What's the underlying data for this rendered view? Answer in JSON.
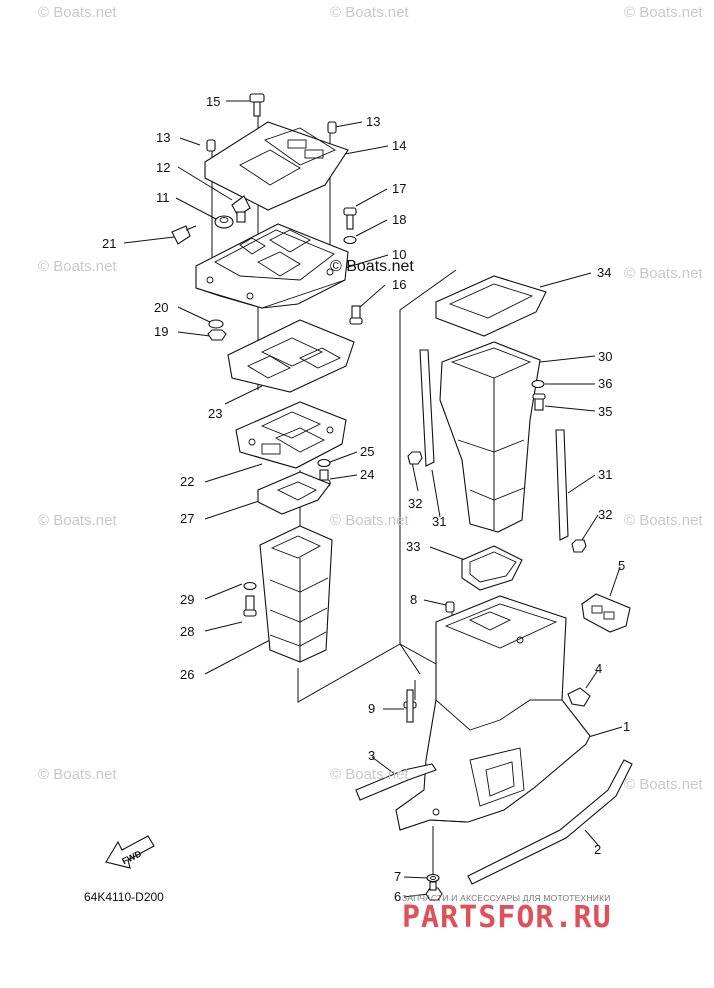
{
  "watermarks": {
    "brand": "© Boats.net"
  },
  "diagram_code": "64K4110-D200",
  "fwd_label": "FWD",
  "ad": {
    "tagline": "ЗАПЧАСТИ И АКСЕССУАРЫ ДЛЯ МОТОТЕХНИКИ",
    "logo": "PARTSFOR.RU"
  },
  "callouts": [
    {
      "id": "c15",
      "text": "15"
    },
    {
      "id": "c13a",
      "text": "13"
    },
    {
      "id": "c13b",
      "text": "13"
    },
    {
      "id": "c14",
      "text": "14"
    },
    {
      "id": "c12",
      "text": "12"
    },
    {
      "id": "c11",
      "text": "11"
    },
    {
      "id": "c17",
      "text": "17"
    },
    {
      "id": "c18",
      "text": "18"
    },
    {
      "id": "c21",
      "text": "21"
    },
    {
      "id": "c10",
      "text": "10"
    },
    {
      "id": "c16",
      "text": "16"
    },
    {
      "id": "c34",
      "text": "34"
    },
    {
      "id": "c20",
      "text": "20"
    },
    {
      "id": "c19",
      "text": "19"
    },
    {
      "id": "c30",
      "text": "30"
    },
    {
      "id": "c36",
      "text": "36"
    },
    {
      "id": "c35",
      "text": "35"
    },
    {
      "id": "c23",
      "text": "23"
    },
    {
      "id": "c25",
      "text": "25"
    },
    {
      "id": "c24",
      "text": "24"
    },
    {
      "id": "c22",
      "text": "22"
    },
    {
      "id": "c31a",
      "text": "31"
    },
    {
      "id": "c32a",
      "text": "32"
    },
    {
      "id": "c27",
      "text": "27"
    },
    {
      "id": "c31b",
      "text": "31"
    },
    {
      "id": "c32b",
      "text": "32"
    },
    {
      "id": "c33",
      "text": "33"
    },
    {
      "id": "c5",
      "text": "5"
    },
    {
      "id": "c29",
      "text": "29"
    },
    {
      "id": "c8",
      "text": "8"
    },
    {
      "id": "c28",
      "text": "28"
    },
    {
      "id": "c26",
      "text": "26"
    },
    {
      "id": "c4",
      "text": "4"
    },
    {
      "id": "c9",
      "text": "9"
    },
    {
      "id": "c1",
      "text": "1"
    },
    {
      "id": "c3",
      "text": "3"
    },
    {
      "id": "c2",
      "text": "2"
    },
    {
      "id": "c7",
      "text": "7"
    },
    {
      "id": "c6",
      "text": "6"
    }
  ]
}
